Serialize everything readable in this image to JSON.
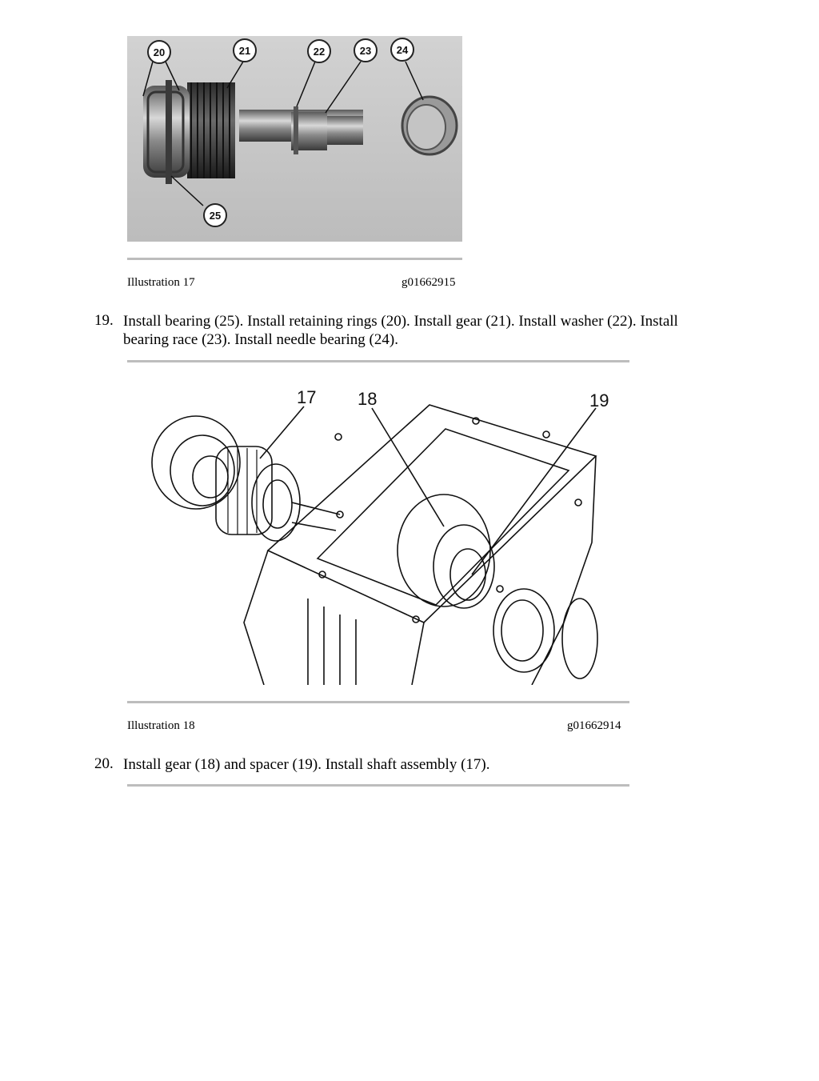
{
  "illustrations": [
    {
      "caption": "Illustration 17",
      "code": "g01662915",
      "callouts": [
        "20",
        "21",
        "22",
        "23",
        "24",
        "25"
      ]
    },
    {
      "caption": "Illustration 18",
      "code": "g01662914",
      "callouts": [
        "17",
        "18",
        "19"
      ]
    }
  ],
  "steps": [
    {
      "number": "19.",
      "line1": "Install bearing (25). Install retaining rings (20). Install gear (21). Install washer (22). Install",
      "line2": "bearing race (23). Install needle bearing (24)."
    },
    {
      "number": "20.",
      "line1": "Install gear (18) and spacer (19). Install shaft assembly (17)."
    }
  ]
}
